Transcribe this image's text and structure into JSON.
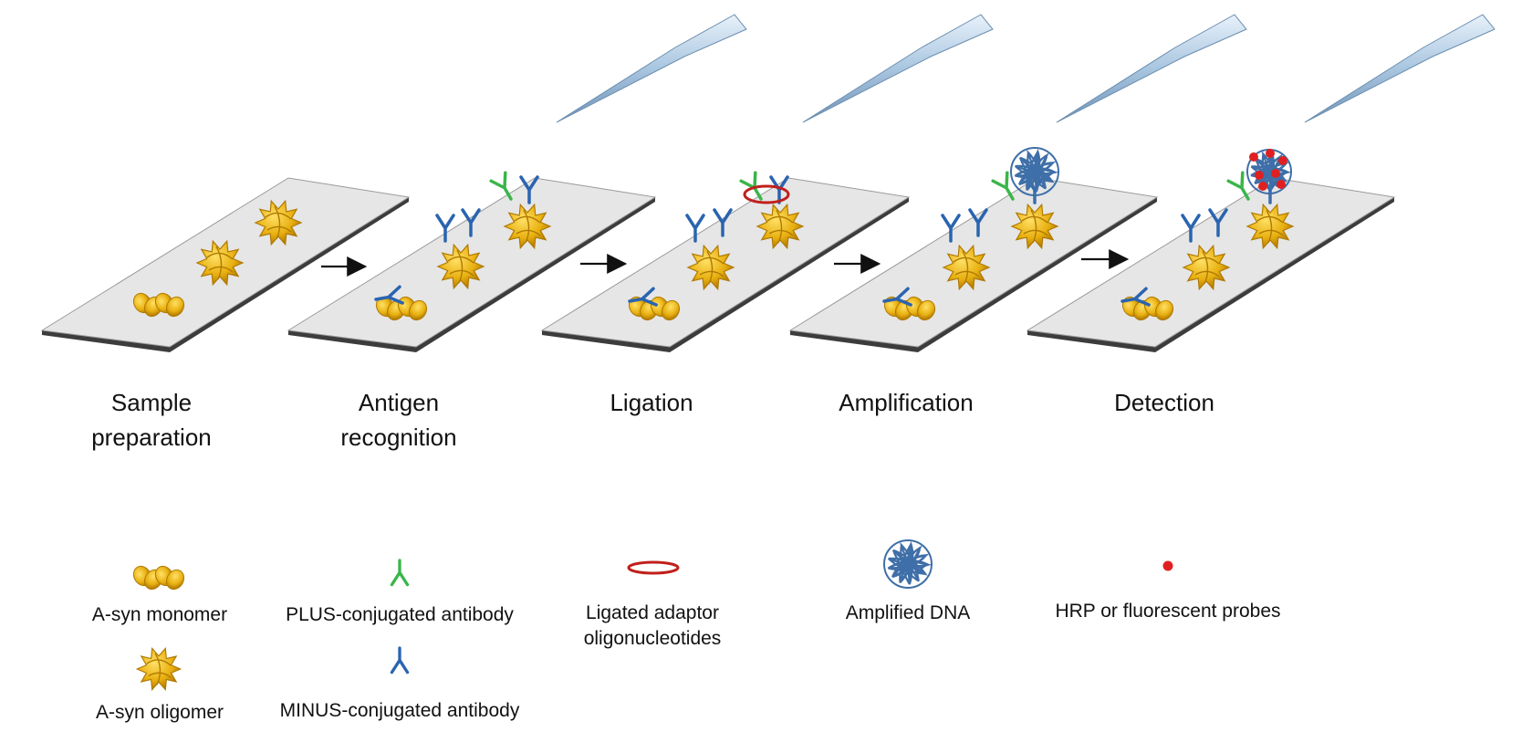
{
  "stages": [
    {
      "line1": "Sample",
      "line2": "preparation"
    },
    {
      "line1": "Antigen",
      "line2": "recognition"
    },
    {
      "line1": "Ligation",
      "line2": ""
    },
    {
      "line1": "Amplification",
      "line2": ""
    },
    {
      "line1": "Detection",
      "line2": ""
    }
  ],
  "legend": {
    "monomer": "A-syn monomer",
    "oligomer": "A-syn oligomer",
    "plus_antibody": "PLUS-conjugated antibody",
    "minus_antibody": "MINUS-conjugated antibody",
    "adaptor_line1": "Ligated adaptor",
    "adaptor_line2": "oligonucleotides",
    "dna": "Amplified DNA",
    "probes": "HRP or fluorescent probes"
  },
  "colors": {
    "protein": "#e8b010",
    "protein_dark": "#b07a00",
    "plus_antibody": "#3bb54a",
    "minus_antibody": "#2a64b0",
    "adaptor": "#c0201c",
    "dna": "#3f6fa8",
    "probe": "#e02020",
    "slide": "#e6e6e6",
    "pipette": "#a9c6e0"
  }
}
